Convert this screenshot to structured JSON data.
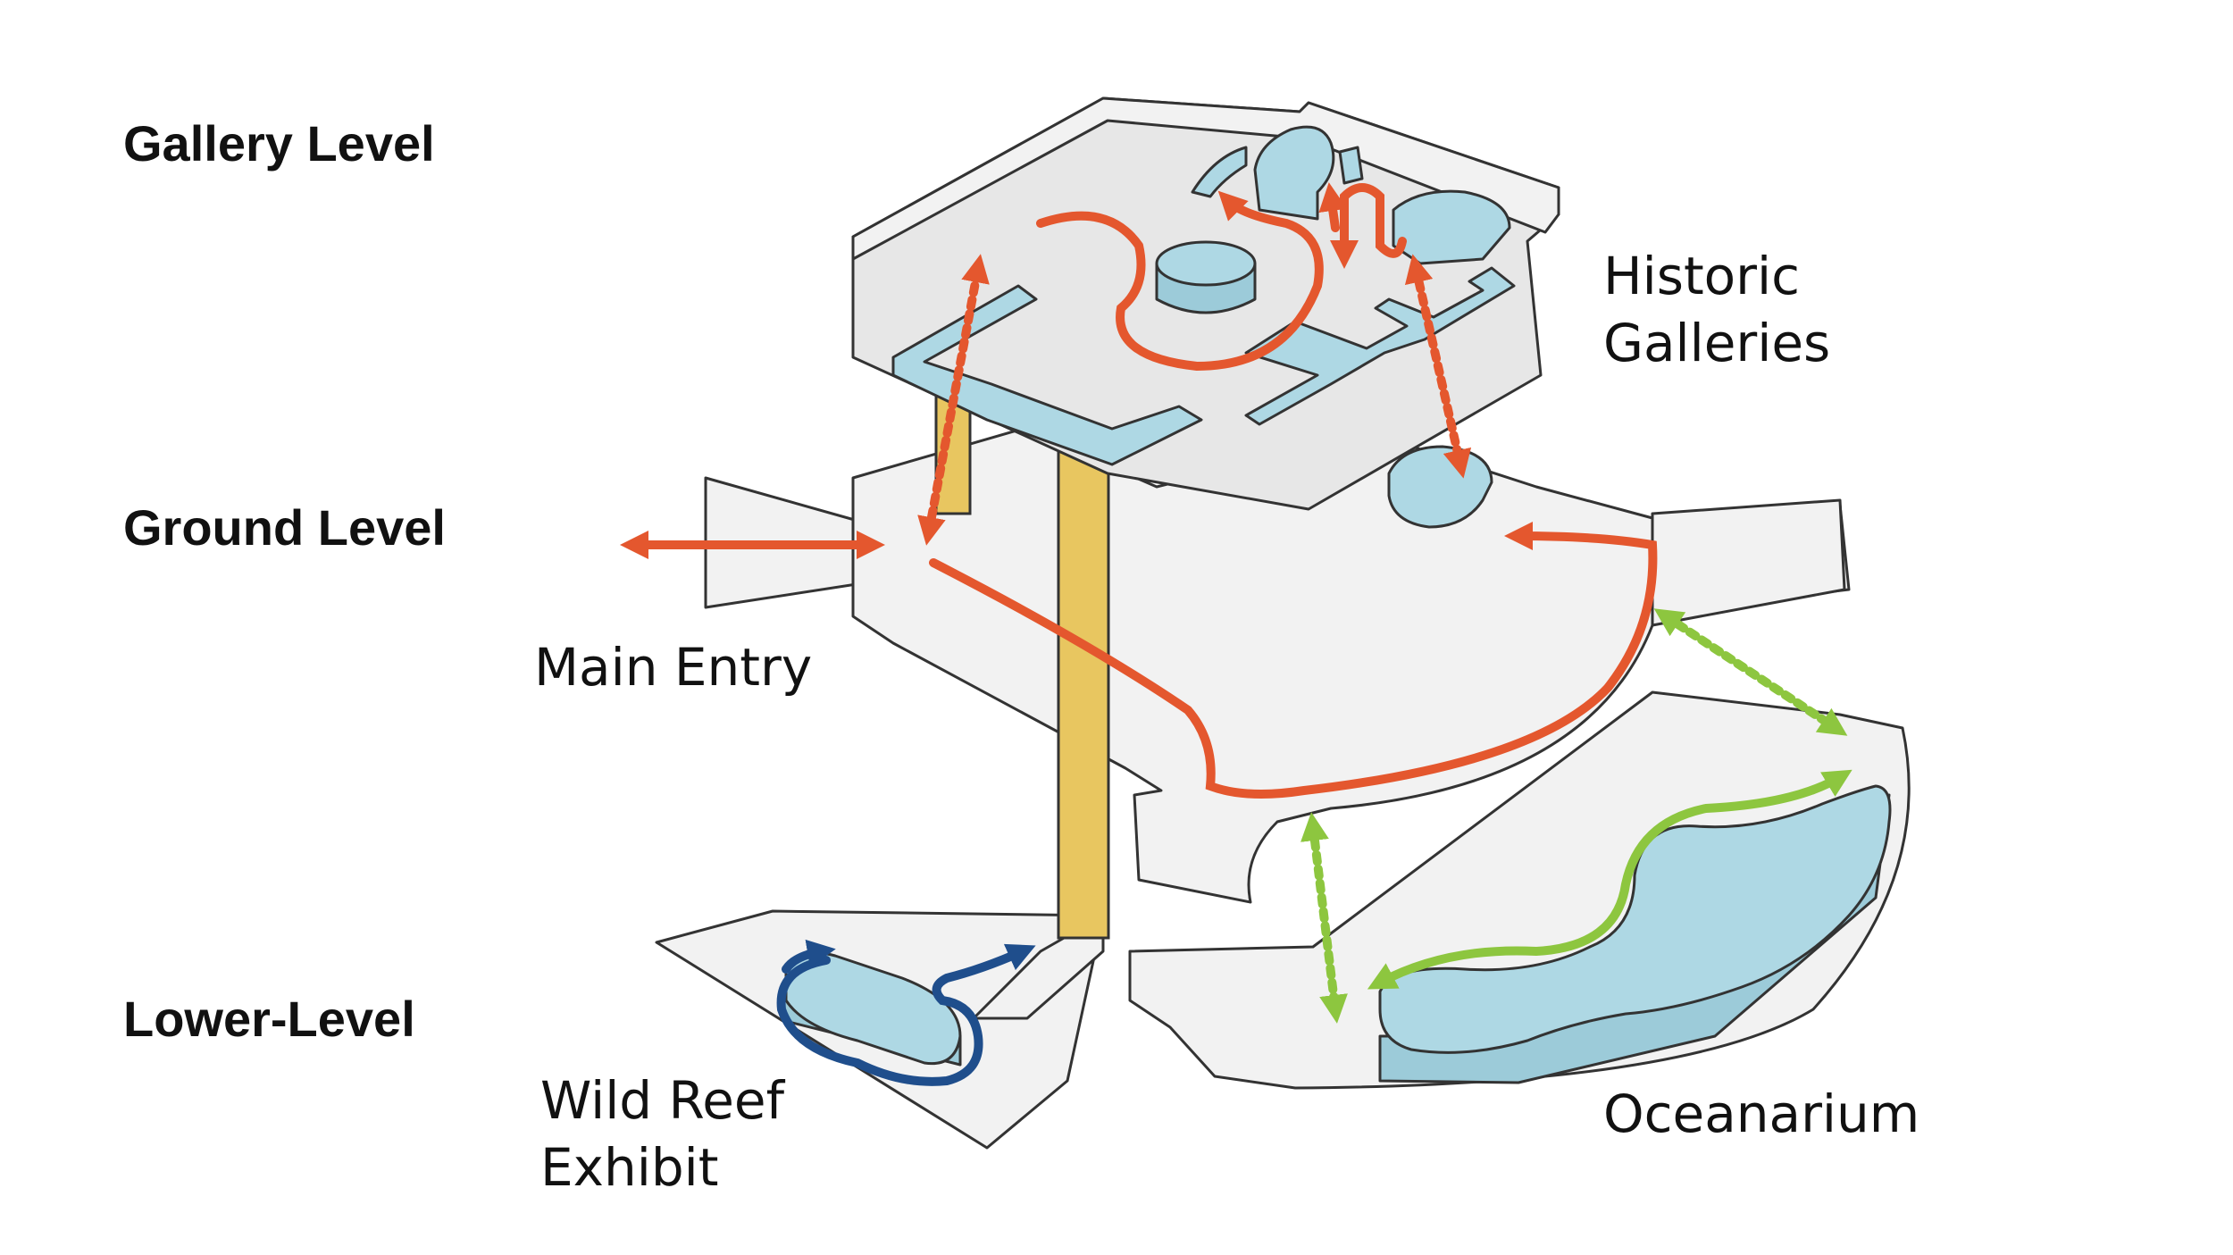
{
  "levels": {
    "gallery": "Gallery Level",
    "ground": "Ground Level",
    "lower": "Lower-Level"
  },
  "zones": {
    "historic_galleries": "Historic\nGalleries",
    "main_entry": "Main Entry",
    "wild_reef": "Wild Reef\nExhibit",
    "oceanarium": "Oceanarium"
  },
  "colors": {
    "route_main": "#e4572e",
    "route_oceanarium": "#8dc63f",
    "route_wild_reef": "#1f4e8c",
    "water": "#aed8e4",
    "vertical_core": "#e8c660",
    "floor": "#f2f2f2"
  }
}
